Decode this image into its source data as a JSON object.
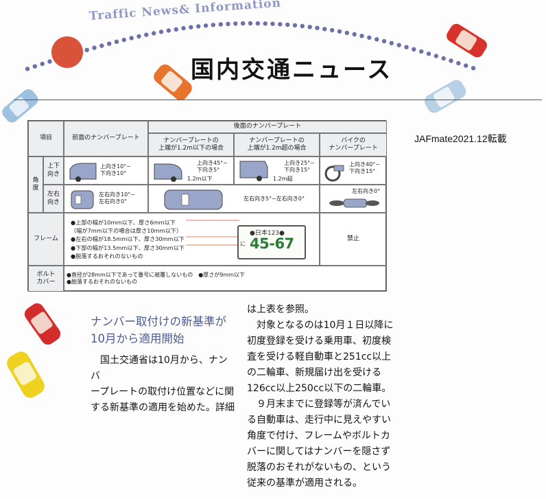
{
  "header": {
    "english_title": "Traffic News& Information",
    "japanese_title": "国内交通ニュース",
    "source_note": "JAFmate2021.12転載"
  },
  "table": {
    "col_item": "項目",
    "col_front": "前面のナンバープレート",
    "col_rear_group": "後面のナンバープレート",
    "col_rear_low": "ナンバープレートの\n上端が1.2m以下の場合",
    "col_rear_high": "ナンバープレートの\n上端が1.2m超の場合",
    "col_bike": "バイクの\nナンバープレート",
    "row_angle": "角\n度",
    "row_updown": "上下\n向き",
    "row_leftright": "左右\n向き",
    "row_frame": "フレーム",
    "row_bolt": "ボルト\nカバー",
    "updown_front": "上向き10°~\n下向き10°",
    "updown_rear_low": "上向き45°~\n下向き5°",
    "updown_rear_low_h": "1.2m以下",
    "updown_rear_high": "上向き25°~\n下向き15°",
    "updown_rear_high_h": "1.2m超",
    "updown_bike": "上向き40°~\n下向き15°",
    "leftright_front": "左右向き10°~\n左右向き0°",
    "leftright_rear": "左右向き5°~左右向き0°",
    "leftright_bike": "左右向き0°",
    "frame_items": [
      "●上部の幅が10mm以下、厚さ6mm以下",
      "（幅が7mm以下の場合は厚さ10mm以下）",
      "●左右の幅が18.5mm以下、厚さ30mm以下",
      "●下部の幅が13.5mm以下、厚さ30mm以下",
      "●脱落するおそれのないもの"
    ],
    "plate_top": "●日本123●",
    "plate_side": "に",
    "plate_number": "45-67",
    "frame_bike": "禁止",
    "bolt_items": "●直径が28mm以下であって番号に被覆しないもの　●厚さが9mm以下",
    "bolt_items_2": "●脱落するおそれのないもの"
  },
  "article": {
    "title_line1": "ナンバー取付けの新基準が",
    "title_line2": "10月から適用開始",
    "col1_lines": [
      "国土交通省は10月から、ナンバ",
      "ープレートの取付け位置などに関",
      "する新基準の適用を始めた。詳細"
    ],
    "col2_lines": [
      "は上表を参照。",
      "対象となるのは10月１日以降に",
      "初度登録を受ける乗用車、初度検",
      "査を受ける軽自動車と251cc以上",
      "の二輪車、新規届け出を受ける",
      "126cc以上250cc以下の二輪車。",
      "９月末までに登録等が済んでい",
      "る自動車は、走行中に見えやすい",
      "角度で付け、フレームやボルトカ",
      "バーに関してはナンバーを隠さず",
      "脱落のおそれがないもの、という",
      "従来の基準が適用される。"
    ]
  },
  "colors": {
    "accent_blue": "#4d5a93",
    "dot_color": "#6c6fa8",
    "orange_circle": "#d9533a",
    "plate_green": "#2d7a3a"
  }
}
